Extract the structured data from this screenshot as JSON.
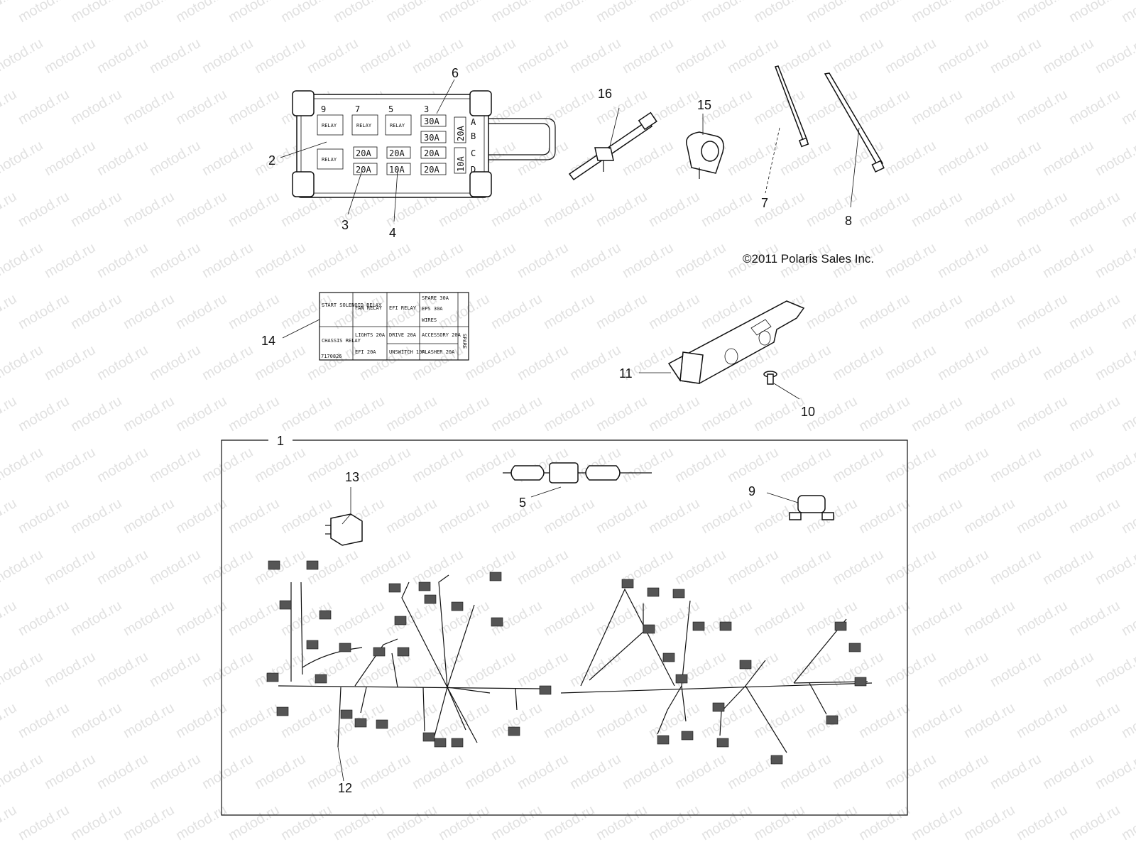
{
  "copyright": "©2011 Polaris Sales Inc.",
  "watermark_text": "motod.ru",
  "callouts": [
    "1",
    "2",
    "3",
    "4",
    "5",
    "6",
    "7",
    "8",
    "9",
    "10",
    "11",
    "12",
    "13",
    "14",
    "15",
    "16"
  ],
  "fuse_box": {
    "positions": [
      "9",
      "7",
      "5",
      "3"
    ],
    "rows": [
      "A",
      "B",
      "C",
      "D"
    ],
    "relay_label": "RELAY",
    "fuses": {
      "r1": [
        "30A"
      ],
      "r2": [
        "30A"
      ],
      "r3": [
        "20A",
        "20A",
        "20A"
      ],
      "r4": [
        "20A",
        "10A",
        "20A"
      ],
      "side_top": "20A",
      "side_bottom": "10A"
    }
  },
  "decal": {
    "top_row": [
      "START SOLENOID RELAY",
      "FAN RELAY",
      "EFI RELAY"
    ],
    "top_right": [
      "SPARE 30A",
      "EPS 30A",
      "WIRES"
    ],
    "bottom_row": [
      "CHASSIS RELAY",
      "LIGHTS 20A",
      "DRIVE 20A",
      "ACCESSORY 20A"
    ],
    "bottom_row2": [
      "EFI 20A",
      "UNSWITCH 10A",
      "FLASHER 20A"
    ],
    "side_label": "SPARE",
    "part_no": "7170826"
  }
}
